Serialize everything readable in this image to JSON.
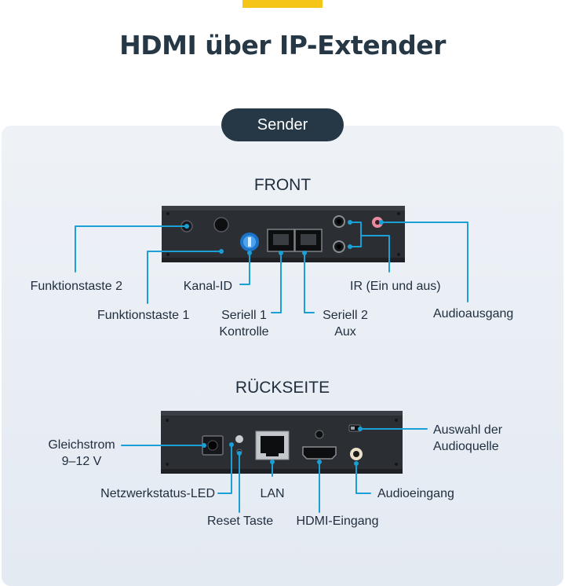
{
  "title": "HDMI über IP-Extender",
  "badge": "Sender",
  "front": {
    "heading": "FRONT",
    "labels": {
      "funktionstaste_2": "Funktionstaste 2",
      "funktionstaste_1": "Funktionstaste 1",
      "kanal_id": "Kanal-ID",
      "seriell_1_line1": "Seriell 1",
      "seriell_1_line2": "Kontrolle",
      "seriell_2_line1": "Seriell 2",
      "seriell_2_line2": "Aux",
      "ir": "IR (Ein und aus)",
      "audioausgang": "Audioausgang"
    }
  },
  "back": {
    "heading": "RÜCKSEITE",
    "labels": {
      "gleichstrom_line1": "Gleichstrom",
      "gleichstrom_line2": "9–12 V",
      "netzwerkstatus": "Netzwerkstatus-LED",
      "reset": "Reset Taste",
      "lan": "LAN",
      "hdmi": "HDMI-Eingang",
      "audioeingang": "Audioeingang",
      "auswahl_line1": "Auswahl der",
      "auswahl_line2": "Audioquelle"
    }
  },
  "colors": {
    "accent": "#f5c518",
    "title": "#263846",
    "callout": "#1a9fd6",
    "device": "#2b2e33"
  }
}
